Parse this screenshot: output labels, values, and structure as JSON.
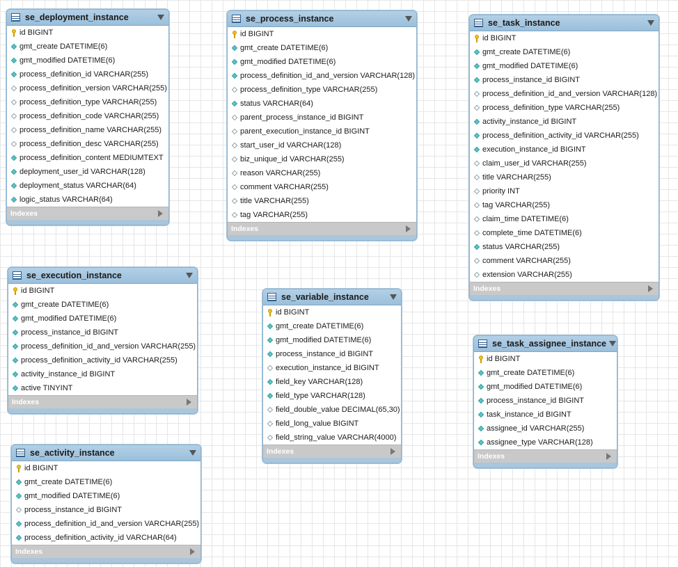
{
  "indexes_label": "Indexes",
  "entities": [
    {
      "name": "se_deployment_instance",
      "columns": [
        {
          "text": "id BIGINT",
          "icon": "key"
        },
        {
          "text": "gmt_create DATETIME(6)",
          "icon": "diamond-filled"
        },
        {
          "text": "gmt_modified DATETIME(6)",
          "icon": "diamond-filled"
        },
        {
          "text": "process_definition_id VARCHAR(255)",
          "icon": "diamond-filled"
        },
        {
          "text": "process_definition_version VARCHAR(255)",
          "icon": "diamond-empty"
        },
        {
          "text": "process_definition_type VARCHAR(255)",
          "icon": "diamond-empty"
        },
        {
          "text": "process_definition_code VARCHAR(255)",
          "icon": "diamond-empty"
        },
        {
          "text": "process_definition_name VARCHAR(255)",
          "icon": "diamond-empty"
        },
        {
          "text": "process_definition_desc VARCHAR(255)",
          "icon": "diamond-empty"
        },
        {
          "text": "process_definition_content MEDIUMTEXT",
          "icon": "diamond-filled"
        },
        {
          "text": "deployment_user_id VARCHAR(128)",
          "icon": "diamond-filled"
        },
        {
          "text": "deployment_status VARCHAR(64)",
          "icon": "diamond-filled"
        },
        {
          "text": "logic_status VARCHAR(64)",
          "icon": "diamond-filled"
        }
      ]
    },
    {
      "name": "se_process_instance",
      "columns": [
        {
          "text": "id BIGINT",
          "icon": "key"
        },
        {
          "text": "gmt_create DATETIME(6)",
          "icon": "diamond-filled"
        },
        {
          "text": "gmt_modified DATETIME(6)",
          "icon": "diamond-filled"
        },
        {
          "text": "process_definition_id_and_version VARCHAR(128)",
          "icon": "diamond-filled"
        },
        {
          "text": "process_definition_type VARCHAR(255)",
          "icon": "diamond-empty"
        },
        {
          "text": "status VARCHAR(64)",
          "icon": "diamond-filled"
        },
        {
          "text": "parent_process_instance_id BIGINT",
          "icon": "diamond-empty"
        },
        {
          "text": "parent_execution_instance_id BIGINT",
          "icon": "diamond-empty"
        },
        {
          "text": "start_user_id VARCHAR(128)",
          "icon": "diamond-empty"
        },
        {
          "text": "biz_unique_id VARCHAR(255)",
          "icon": "diamond-empty"
        },
        {
          "text": "reason VARCHAR(255)",
          "icon": "diamond-empty"
        },
        {
          "text": "comment VARCHAR(255)",
          "icon": "diamond-empty"
        },
        {
          "text": "title VARCHAR(255)",
          "icon": "diamond-empty"
        },
        {
          "text": "tag VARCHAR(255)",
          "icon": "diamond-empty"
        }
      ]
    },
    {
      "name": "se_task_instance",
      "columns": [
        {
          "text": "id BIGINT",
          "icon": "key"
        },
        {
          "text": "gmt_create DATETIME(6)",
          "icon": "diamond-filled"
        },
        {
          "text": "gmt_modified DATETIME(6)",
          "icon": "diamond-filled"
        },
        {
          "text": "process_instance_id BIGINT",
          "icon": "diamond-filled"
        },
        {
          "text": "process_definition_id_and_version VARCHAR(128)",
          "icon": "diamond-empty"
        },
        {
          "text": "process_definition_type VARCHAR(255)",
          "icon": "diamond-empty"
        },
        {
          "text": "activity_instance_id BIGINT",
          "icon": "diamond-filled"
        },
        {
          "text": "process_definition_activity_id VARCHAR(255)",
          "icon": "diamond-filled"
        },
        {
          "text": "execution_instance_id BIGINT",
          "icon": "diamond-filled"
        },
        {
          "text": "claim_user_id VARCHAR(255)",
          "icon": "diamond-empty"
        },
        {
          "text": "title VARCHAR(255)",
          "icon": "diamond-empty"
        },
        {
          "text": "priority INT",
          "icon": "diamond-empty"
        },
        {
          "text": "tag VARCHAR(255)",
          "icon": "diamond-empty"
        },
        {
          "text": "claim_time DATETIME(6)",
          "icon": "diamond-empty"
        },
        {
          "text": "complete_time DATETIME(6)",
          "icon": "diamond-empty"
        },
        {
          "text": "status VARCHAR(255)",
          "icon": "diamond-filled"
        },
        {
          "text": "comment VARCHAR(255)",
          "icon": "diamond-empty"
        },
        {
          "text": "extension VARCHAR(255)",
          "icon": "diamond-empty"
        }
      ]
    },
    {
      "name": "se_execution_instance",
      "columns": [
        {
          "text": "id BIGINT",
          "icon": "key"
        },
        {
          "text": "gmt_create DATETIME(6)",
          "icon": "diamond-filled"
        },
        {
          "text": "gmt_modified DATETIME(6)",
          "icon": "diamond-filled"
        },
        {
          "text": "process_instance_id BIGINT",
          "icon": "diamond-filled"
        },
        {
          "text": "process_definition_id_and_version VARCHAR(255)",
          "icon": "diamond-filled"
        },
        {
          "text": "process_definition_activity_id VARCHAR(255)",
          "icon": "diamond-filled"
        },
        {
          "text": "activity_instance_id BIGINT",
          "icon": "diamond-filled"
        },
        {
          "text": "active TINYINT",
          "icon": "diamond-filled"
        }
      ]
    },
    {
      "name": "se_variable_instance",
      "columns": [
        {
          "text": "id BIGINT",
          "icon": "key"
        },
        {
          "text": "gmt_create DATETIME(6)",
          "icon": "diamond-filled"
        },
        {
          "text": "gmt_modified DATETIME(6)",
          "icon": "diamond-filled"
        },
        {
          "text": "process_instance_id BIGINT",
          "icon": "diamond-filled"
        },
        {
          "text": "execution_instance_id BIGINT",
          "icon": "diamond-empty"
        },
        {
          "text": "field_key VARCHAR(128)",
          "icon": "diamond-filled"
        },
        {
          "text": "field_type VARCHAR(128)",
          "icon": "diamond-filled"
        },
        {
          "text": "field_double_value DECIMAL(65,30)",
          "icon": "diamond-empty"
        },
        {
          "text": "field_long_value BIGINT",
          "icon": "diamond-empty"
        },
        {
          "text": "field_string_value VARCHAR(4000)",
          "icon": "diamond-empty"
        }
      ]
    },
    {
      "name": "se_task_assignee_instance",
      "columns": [
        {
          "text": "id BIGINT",
          "icon": "key"
        },
        {
          "text": "gmt_create DATETIME(6)",
          "icon": "diamond-filled"
        },
        {
          "text": "gmt_modified DATETIME(6)",
          "icon": "diamond-filled"
        },
        {
          "text": "process_instance_id BIGINT",
          "icon": "diamond-filled"
        },
        {
          "text": "task_instance_id BIGINT",
          "icon": "diamond-filled"
        },
        {
          "text": "assignee_id VARCHAR(255)",
          "icon": "diamond-filled"
        },
        {
          "text": "assignee_type VARCHAR(128)",
          "icon": "diamond-filled"
        }
      ]
    },
    {
      "name": "se_activity_instance",
      "columns": [
        {
          "text": "id BIGINT",
          "icon": "key"
        },
        {
          "text": "gmt_create DATETIME(6)",
          "icon": "diamond-filled"
        },
        {
          "text": "gmt_modified DATETIME(6)",
          "icon": "diamond-filled"
        },
        {
          "text": "process_instance_id BIGINT",
          "icon": "diamond-empty"
        },
        {
          "text": "process_definition_id_and_version VARCHAR(255)",
          "icon": "diamond-filled"
        },
        {
          "text": "process_definition_activity_id VARCHAR(64)",
          "icon": "diamond-filled"
        }
      ]
    }
  ]
}
